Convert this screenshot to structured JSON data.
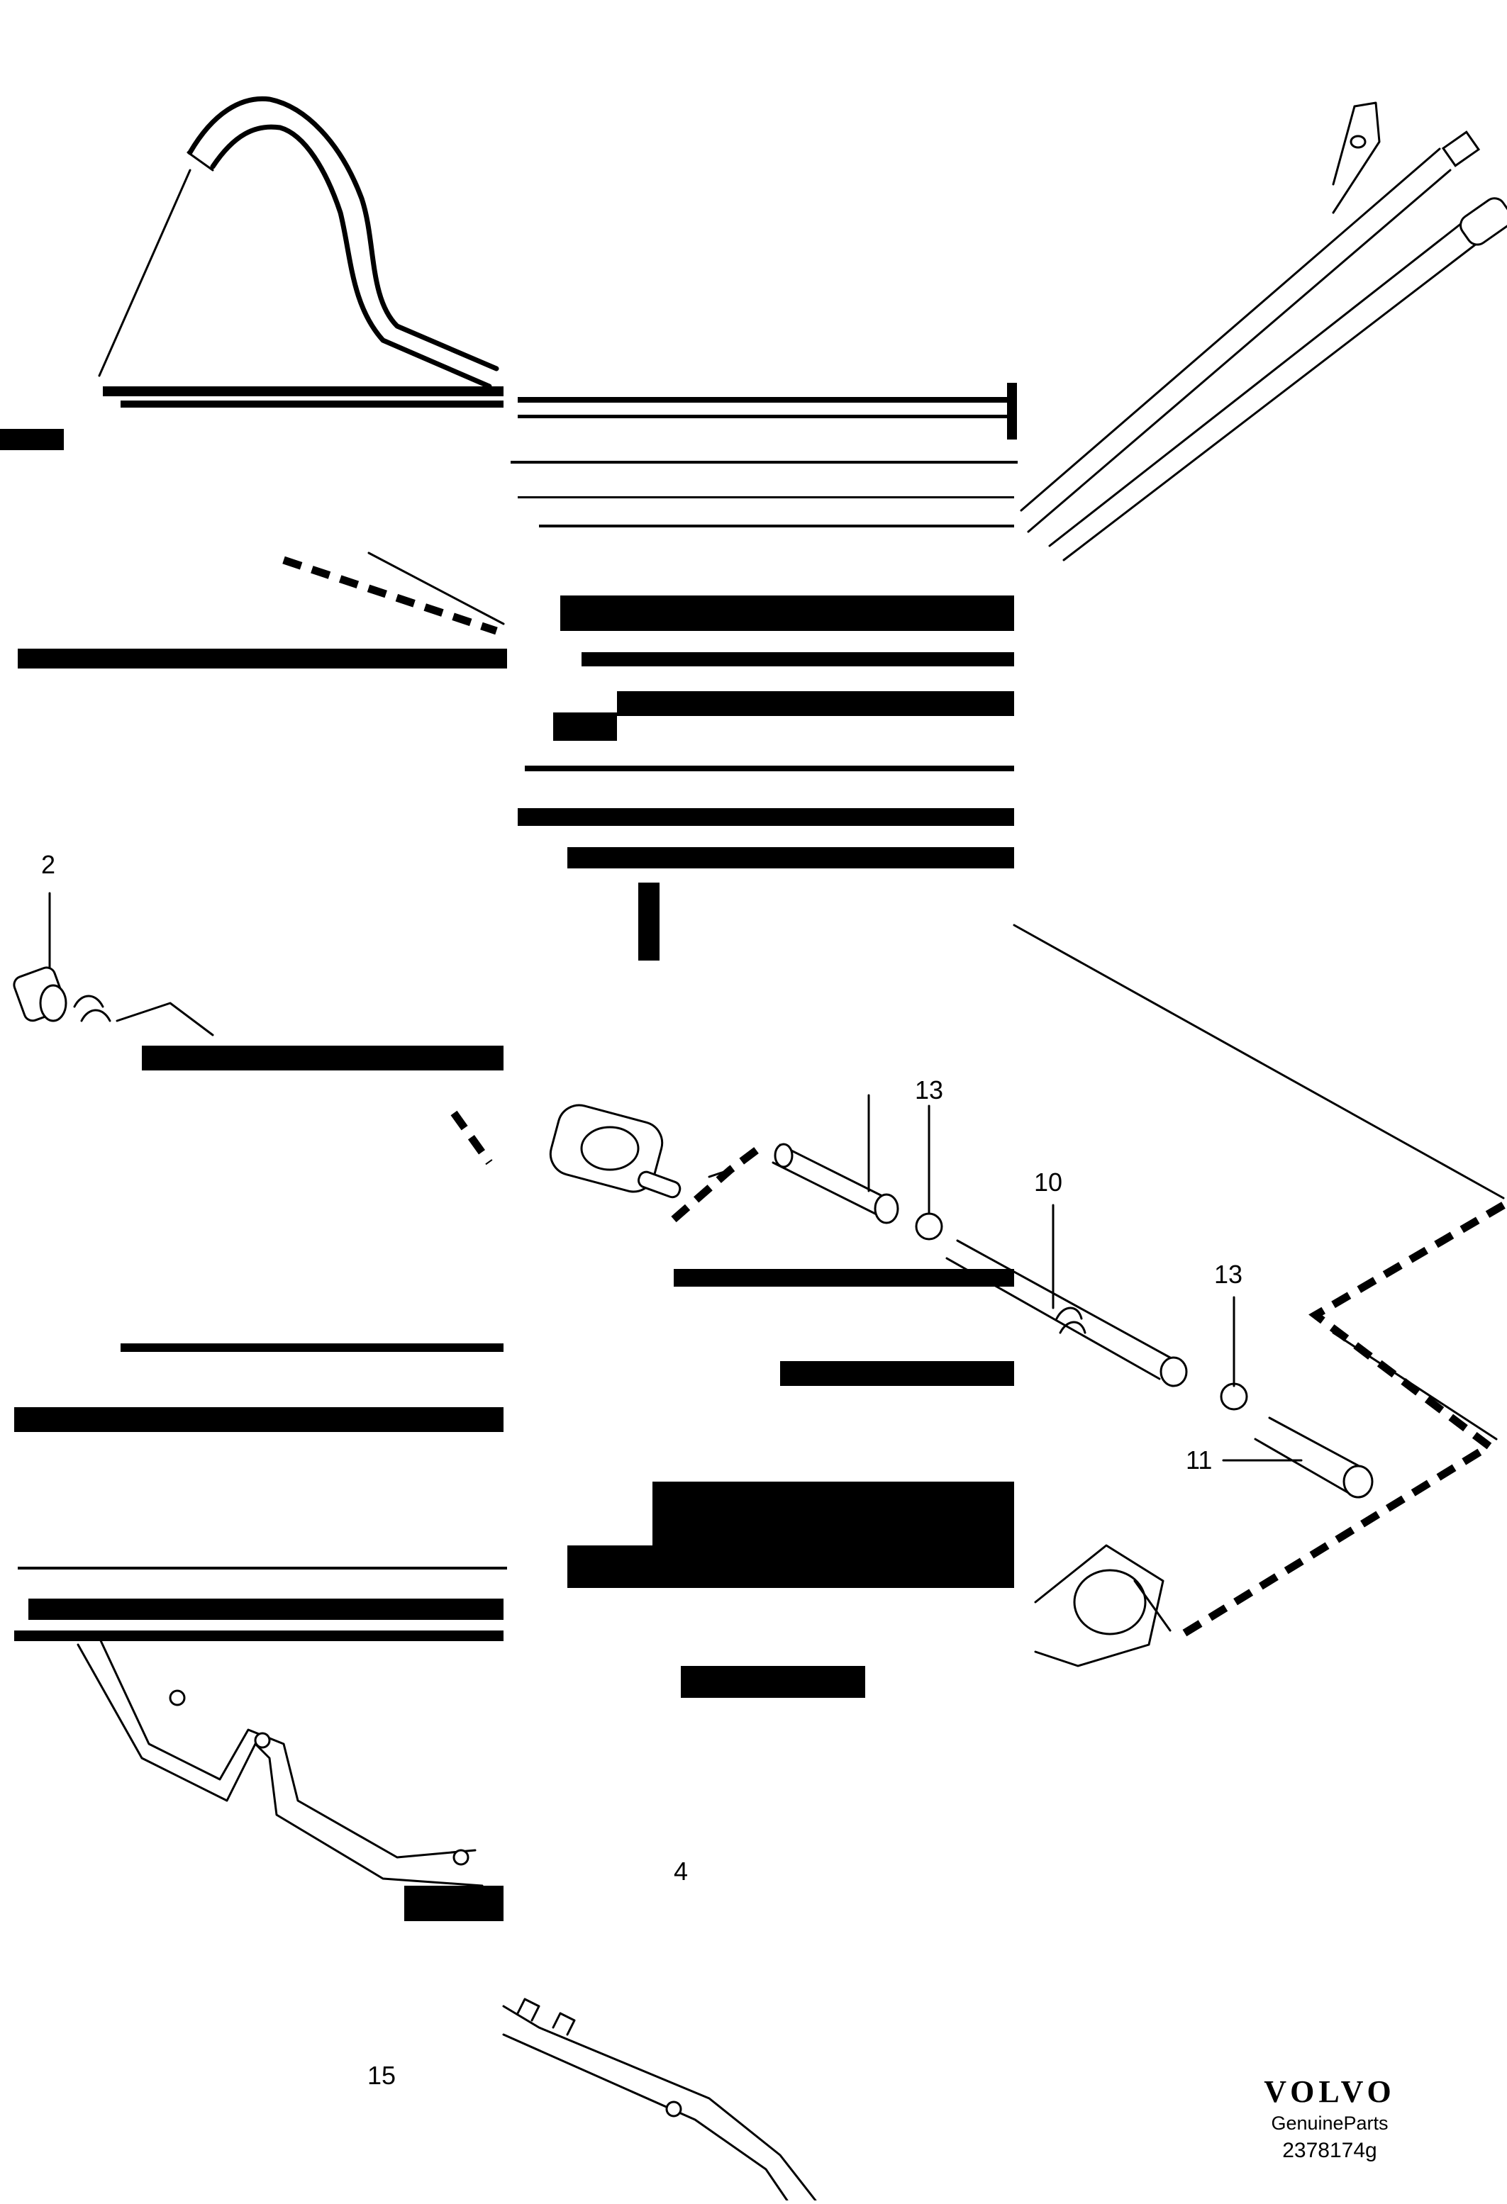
{
  "callouts": {
    "c2": "2",
    "c4": "4",
    "c10": "10",
    "c11": "11",
    "c13": "13",
    "c13b": "13",
    "c15": "15"
  },
  "footer": {
    "brand": "VOLVO",
    "subtitle": "GenuineParts",
    "reference": "2378174g"
  }
}
